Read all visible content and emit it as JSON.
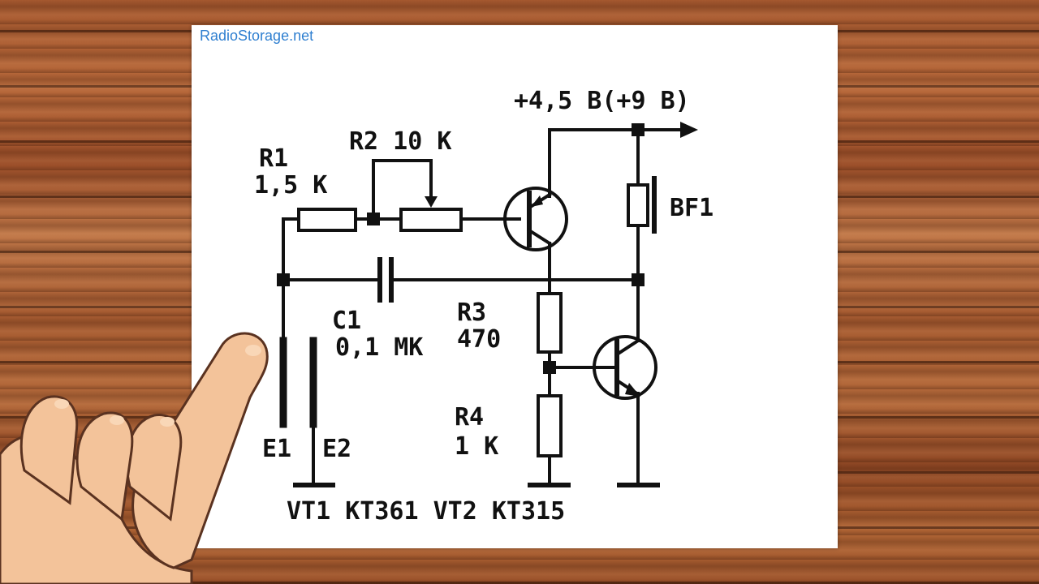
{
  "watermark": "RadioStorage.net",
  "schematic": {
    "supply": "+4,5 В(+9 В)",
    "r1_name": "R1",
    "r1_value": "1,5 К",
    "r2_label": "R2 10 К",
    "c1_name": "C1",
    "c1_value": "0,1 МК",
    "r3_name": "R3",
    "r3_value": "470",
    "r4_name": "R4",
    "r4_value": "1 К",
    "bf1": "BF1",
    "e1": "E1",
    "e2": "E2",
    "transistors": "VT1 КТ361 VT2 КТ315"
  },
  "colors": {
    "wood": "#a5582f",
    "board": "#ffffff",
    "ink": "#111111",
    "watermark": "#2f7fd0",
    "skin": "#f3c39a"
  },
  "icons": [
    "pointing-hand-icon"
  ]
}
